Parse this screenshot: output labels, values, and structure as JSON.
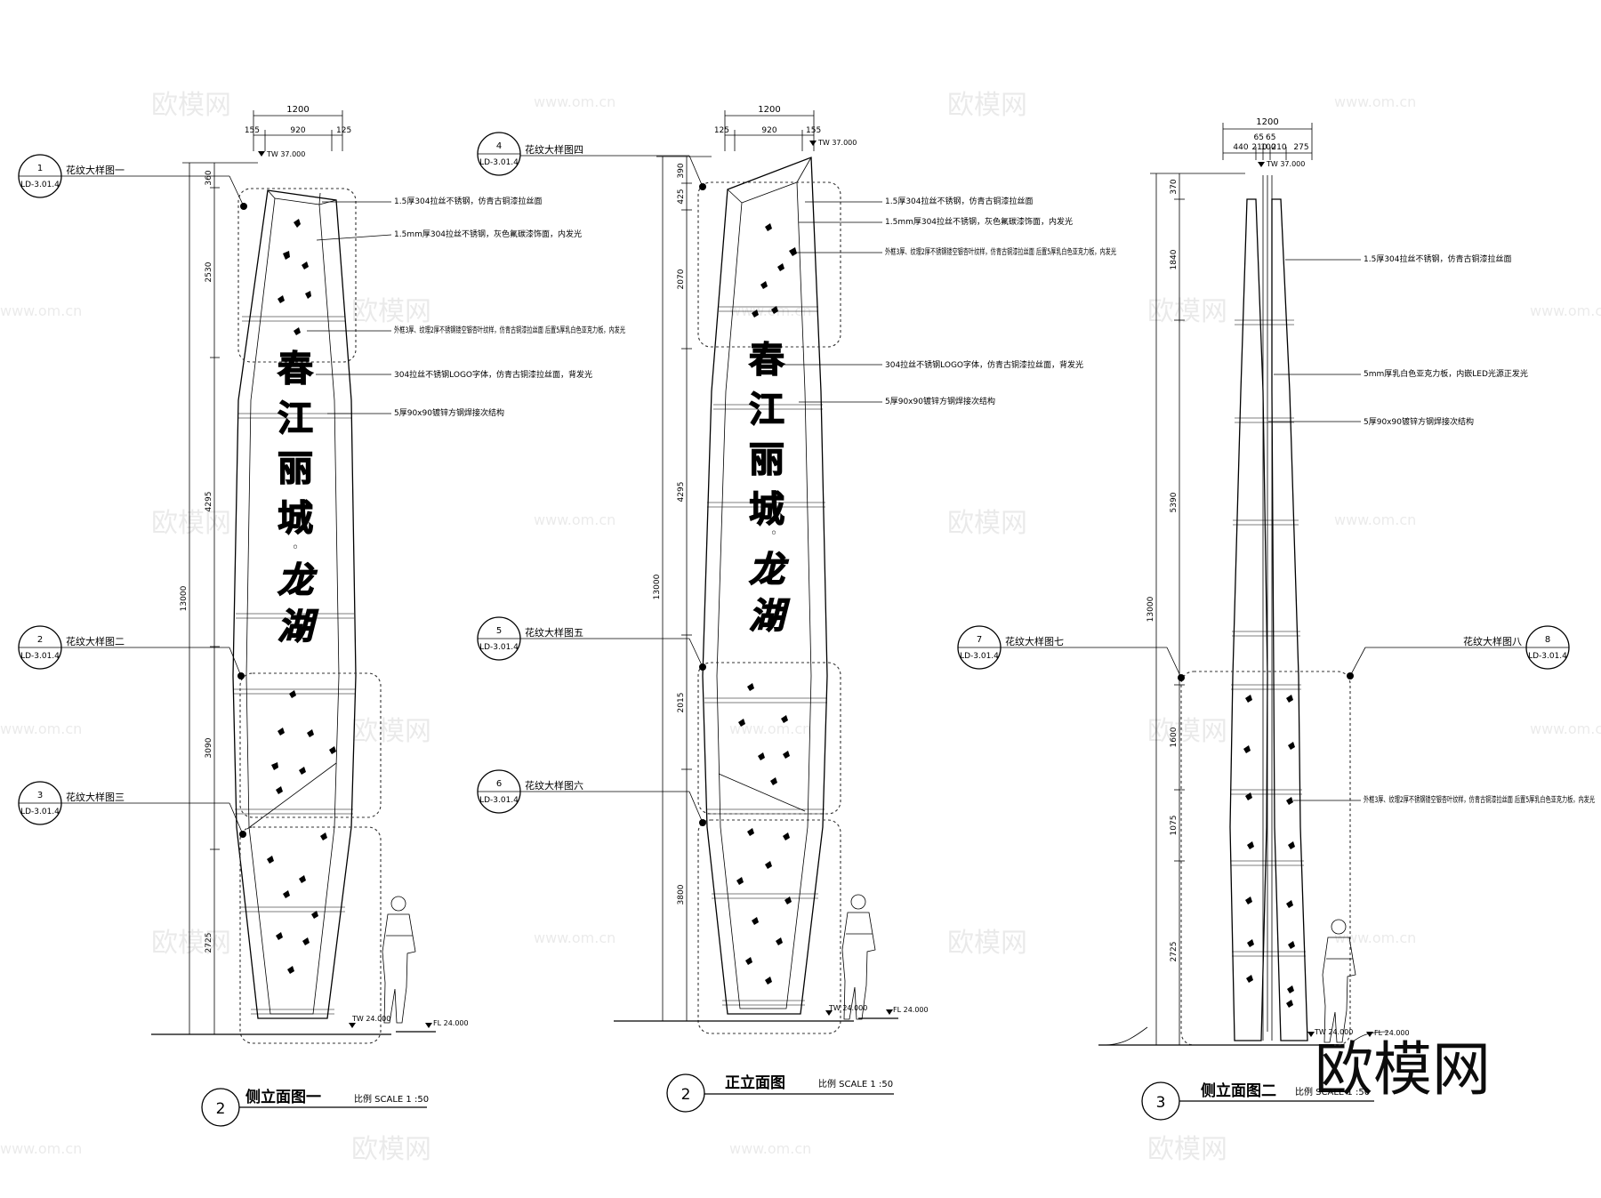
{
  "watermark": {
    "brand": "欧模网",
    "url": "www.om.cn"
  },
  "elevations": [
    {
      "id": "side1",
      "marker_number": "2",
      "title": "侧立面图一",
      "scale": "比例 SCALE 1 :50",
      "top_width": "1200",
      "top_segments": [
        "155",
        "920",
        "125"
      ],
      "top_level": "TW 37.000",
      "heights": [
        "360",
        "2530",
        "4295",
        "3090",
        "2725"
      ],
      "total_height": "13000",
      "base_level": "TW 24.000",
      "floor_level": "FL 24.000",
      "characters": [
        "春",
        "江",
        "丽",
        "城",
        "◦",
        "龙",
        "湖"
      ],
      "callouts": [
        {
          "num": "1",
          "sheet": "LD-3.01.4",
          "label": "花纹大样图一"
        },
        {
          "num": "2",
          "sheet": "LD-3.01.4",
          "label": "花纹大样图二"
        },
        {
          "num": "3",
          "sheet": "LD-3.01.4",
          "label": "花纹大样图三"
        }
      ],
      "notes": [
        "1.5厚304拉丝不锈钢，仿青古铜漆拉丝面",
        "1.5mm厚304拉丝不锈钢，灰色氟碳漆饰面，内发光",
        "外框3厚、纹理2厚不锈钢镂空银杏叶纹样，仿青古铜漆拉丝面 后置5厚乳白色亚克力板，内发光",
        "304拉丝不锈钢LOGO字体，仿青古铜漆拉丝面，背发光",
        "5厚90x90镀锌方钢焊接次结构"
      ]
    },
    {
      "id": "front",
      "marker_number": "2",
      "title": "正立面图",
      "scale": "比例 SCALE 1 :50",
      "top_width": "1200",
      "top_segments": [
        "125",
        "920",
        "155"
      ],
      "top_level": "TW 37.000",
      "heights": [
        "390",
        "425",
        "2070",
        "4295",
        "2015",
        "3800"
      ],
      "total_height": "13000",
      "base_level": "TW 24.000",
      "floor_level": "FL 24.000",
      "characters": [
        "春",
        "江",
        "丽",
        "城",
        "◦",
        "龙",
        "湖"
      ],
      "callouts": [
        {
          "num": "4",
          "sheet": "LD-3.01.4",
          "label": "花纹大样图四"
        },
        {
          "num": "5",
          "sheet": "LD-3.01.4",
          "label": "花纹大样图五"
        },
        {
          "num": "6",
          "sheet": "LD-3.01.4",
          "label": "花纹大样图六"
        }
      ],
      "notes": [
        "1.5厚304拉丝不锈钢，仿青古铜漆拉丝面",
        "1.5mm厚304拉丝不锈钢，灰色氟碳漆饰面，内发光",
        "外框3厚、纹理2厚不锈钢镂空银杏叶纹样，仿青古铜漆拉丝面 后置5厚乳白色亚克力板，内发光",
        "304拉丝不锈钢LOGO字体，仿青古铜漆拉丝面，背发光",
        "5厚90x90镀锌方钢焊接次结构"
      ]
    },
    {
      "id": "side2",
      "marker_number": "3",
      "title": "侧立面图二",
      "scale": "比例 SCALE 1 :50",
      "top_width": "1200",
      "top_segments_row1": [
        "65",
        "65"
      ],
      "top_segments": [
        "440",
        "210",
        "100",
        "210",
        "275"
      ],
      "top_level": "TW 37.000",
      "heights": [
        "370",
        "1840",
        "5390",
        "1600",
        "1075",
        "2725"
      ],
      "total_height": "13000",
      "base_level": "TW 24.000",
      "floor_level": "FL 24.000",
      "callouts": [
        {
          "num": "7",
          "sheet": "LD-3.01.4",
          "label": "花纹大样图七"
        },
        {
          "num": "8",
          "sheet": "LD-3.01.4",
          "label": "花纹大样图八"
        }
      ],
      "notes": [
        "1.5厚304拉丝不锈钢，仿青古铜漆拉丝面",
        "5mm厚乳白色亚克力板，内嵌LED光源正发光",
        "5厚90x90镀锌方钢焊接次结构",
        "外框3厚、纹理2厚不锈钢镂空银杏叶纹样，仿青古铜漆拉丝面 后置5厚乳白色亚克力板，内发光"
      ]
    }
  ]
}
